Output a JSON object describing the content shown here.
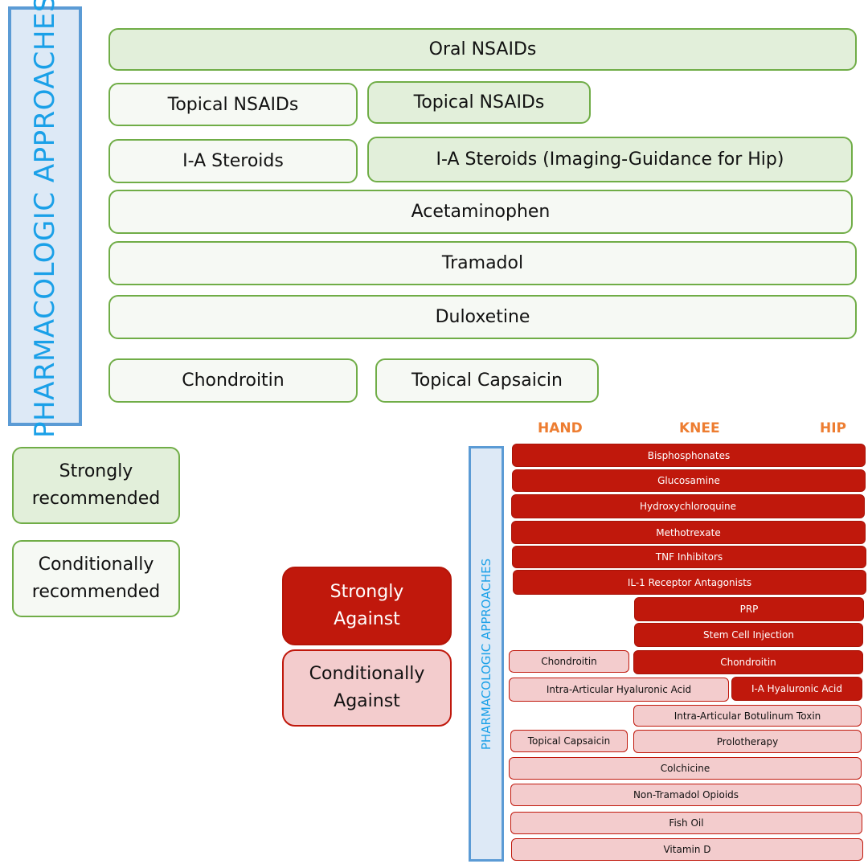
{
  "top_section": {
    "side_label": "PHARMACOLOGIC APPROACHES",
    "items": [
      {
        "label": "Oral NSAIDs",
        "level": "strong"
      },
      {
        "label": "Topical NSAIDs",
        "level": "conditional"
      },
      {
        "label": "Topical NSAIDs",
        "level": "strong"
      },
      {
        "label": "I-A Steroids",
        "level": "conditional"
      },
      {
        "label": "I-A Steroids (Imaging-Guidance for Hip)",
        "level": "strong"
      },
      {
        "label": "Acetaminophen",
        "level": "conditional"
      },
      {
        "label": "Tramadol",
        "level": "conditional"
      },
      {
        "label": "Duloxetine",
        "level": "conditional"
      },
      {
        "label": "Chondroitin",
        "level": "conditional"
      },
      {
        "label": "Topical Capsaicin",
        "level": "conditional"
      }
    ]
  },
  "legend": {
    "strongly_recommended": "Strongly recommended",
    "conditionally_recommended": "Conditionally recommended",
    "strongly_against": "Strongly Against",
    "conditionally_against": "Conditionally Against",
    "strongly_recommended_lines": [
      "Strongly",
      "recommended"
    ],
    "conditionally_recommended_lines": [
      "Conditionally",
      "recommended"
    ],
    "strongly_against_lines": [
      "Strongly",
      "Against"
    ],
    "conditionally_against_lines": [
      "Conditionally",
      "Against"
    ]
  },
  "bottom_section": {
    "side_label": "PHARMACOLOGIC APPROACHES",
    "joints": [
      "HAND",
      "KNEE",
      "HIP"
    ],
    "items": [
      {
        "label": "Bisphosphonates",
        "level": "strong_against"
      },
      {
        "label": "Glucosamine",
        "level": "strong_against"
      },
      {
        "label": "Hydroxychloroquine",
        "level": "strong_against"
      },
      {
        "label": "Methotrexate",
        "level": "strong_against"
      },
      {
        "label": "TNF Inhibitors",
        "level": "strong_against"
      },
      {
        "label": "IL-1 Receptor Antagonists",
        "level": "strong_against"
      },
      {
        "label": "PRP",
        "level": "strong_against"
      },
      {
        "label": "Stem Cell Injection",
        "level": "strong_against"
      },
      {
        "label": "Chondroitin",
        "level": "conditional_against"
      },
      {
        "label": "Chondroitin",
        "level": "strong_against"
      },
      {
        "label": "Intra-Articular Hyaluronic Acid",
        "level": "conditional_against"
      },
      {
        "label": "I-A Hyaluronic Acid",
        "level": "strong_against"
      },
      {
        "label": "Intra-Articular Botulinum Toxin",
        "level": "conditional_against"
      },
      {
        "label": "Topical Capsaicin",
        "level": "conditional_against"
      },
      {
        "label": "Prolotherapy",
        "level": "conditional_against"
      },
      {
        "label": "Colchicine",
        "level": "conditional_against"
      },
      {
        "label": "Non-Tramadol Opioids",
        "level": "conditional_against"
      },
      {
        "label": "Fish Oil",
        "level": "conditional_against"
      },
      {
        "label": "Vitamin D",
        "level": "conditional_against"
      }
    ]
  },
  "colors": {
    "recommend_border": "#70ad47",
    "strong_recommend_fill": "#e2efda",
    "conditional_recommend_fill": "#f6f9f4",
    "strong_against_fill": "#c0180c",
    "conditional_against_fill": "#f3cccd",
    "side_label_text": "#1aa0e8",
    "side_label_border": "#5b9bd5",
    "joint_header": "#ed7d31"
  }
}
